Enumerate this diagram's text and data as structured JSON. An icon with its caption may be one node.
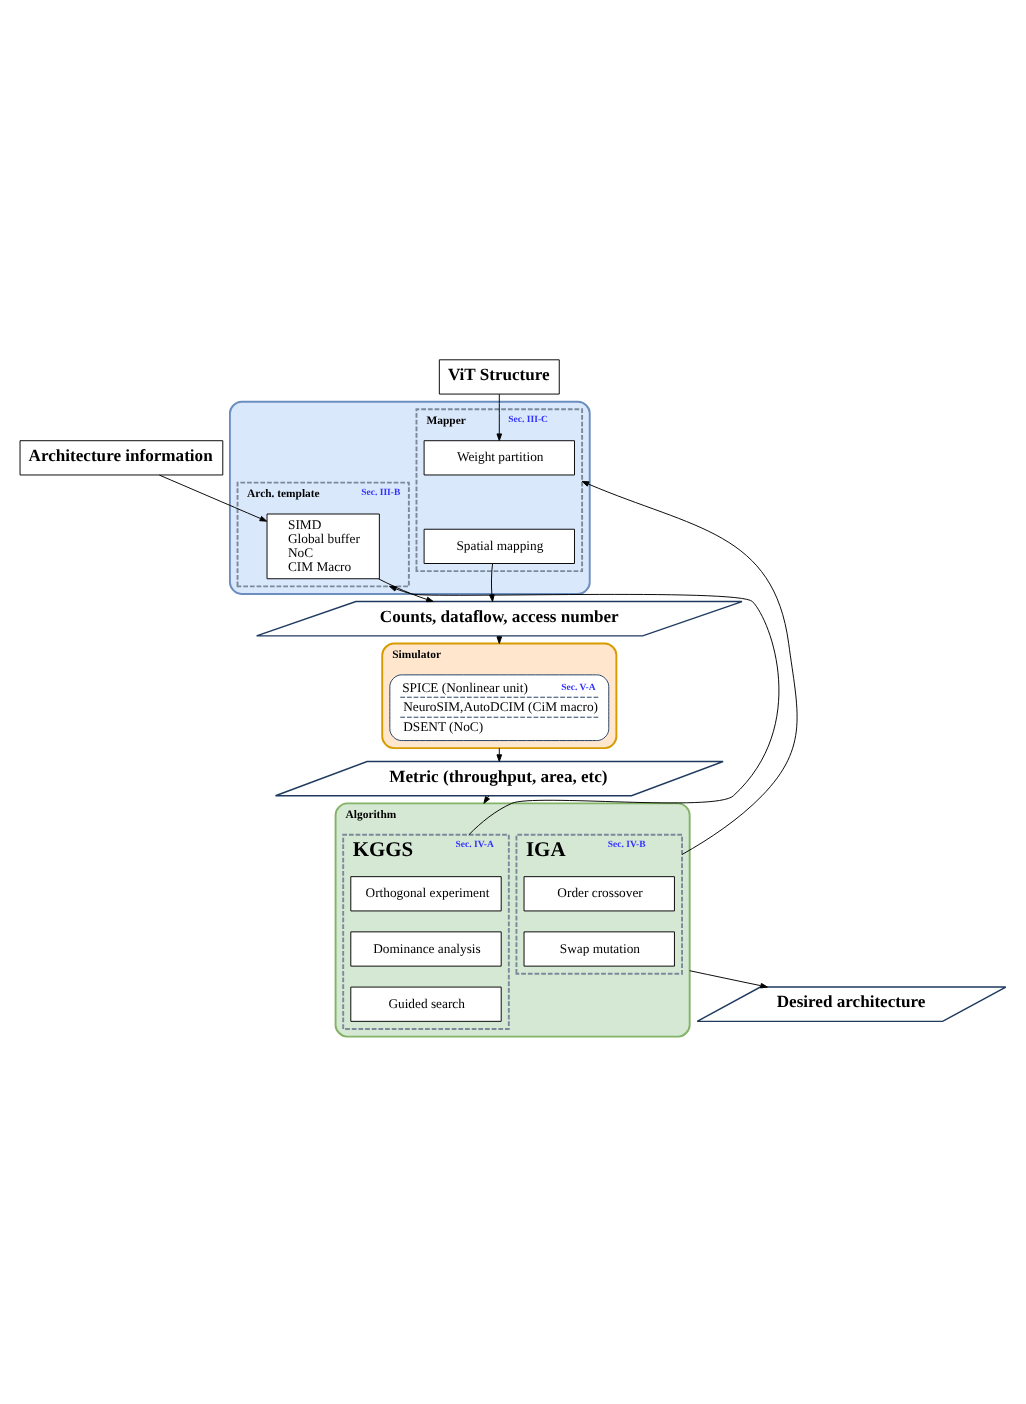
{
  "diagram": {
    "nodes": [
      {
        "text": [
          "Architecture information"
        ]
      },
      {
        "text": [
          "ViT Structure"
        ]
      },
      {
        "text": [],
        "shape": "box"
      },
      {
        "text": [
          "Arch. template",
          "Sec. III-B"
        ],
        "in": 2
      },
      {
        "text": [
          "SIMD",
          "Global buffer",
          "NoC",
          "CIM Macro"
        ],
        "in": 3
      },
      {
        "text": [
          "Mapper",
          "Sec. III-C"
        ],
        "in": 2
      },
      {
        "text": [
          "Weight partition"
        ],
        "in": 5
      },
      {
        "text": [
          "Spatial mapping"
        ],
        "in": 5
      },
      {
        "text": [
          "Counts, dataflow, access number"
        ]
      },
      {
        "text": [
          "Simulator"
        ]
      },
      {
        "text": [
          "SPICE (Nonlinear unit)",
          "Sec. V-A",
          "NeuroSIM,AutoDCIM (CiM macro)",
          "DSENT (NoC)"
        ],
        "in": 9
      },
      {
        "text": [
          "Metric (throughput, area, etc)"
        ]
      },
      {
        "text": [
          "Algorithm"
        ]
      },
      {
        "text": [
          "KGGS",
          "Sec. IV-A"
        ],
        "in": 12
      },
      {
        "text": [
          "Orthogonal experiment"
        ],
        "in": 13
      },
      {
        "text": [
          "Dominance analysis"
        ],
        "in": 13
      },
      {
        "text": [
          "Guided search"
        ],
        "in": 13
      },
      {
        "text": [
          "IGA",
          "Sec. IV-B"
        ],
        "in": 12
      },
      {
        "text": [
          "Order crossover"
        ],
        "in": 17
      },
      {
        "text": [
          "Swap mutation"
        ],
        "in": 17
      },
      {
        "text": [
          "Desired architecture"
        ]
      }
    ],
    "edges": [
      {
        "from": 0,
        "to": 4,
        "arrow": "to"
      },
      {
        "from": 1,
        "to": 6,
        "arrow": "to"
      },
      {
        "from": 4,
        "to": 8,
        "arrow": "to"
      },
      {
        "from": 7,
        "to": 8,
        "arrow": "to"
      },
      {
        "from": 8,
        "to": 9,
        "arrow": "to"
      },
      {
        "from": 9,
        "to": 11,
        "arrow": "to"
      },
      {
        "from": 11,
        "to": 12,
        "arrow": "to"
      },
      {
        "from": 12,
        "to": 20,
        "arrow": "to"
      },
      {
        "from": 13,
        "to": 3,
        "arrow": "to"
      },
      {
        "from": 17,
        "to": 5,
        "arrow": "to"
      }
    ]
  }
}
